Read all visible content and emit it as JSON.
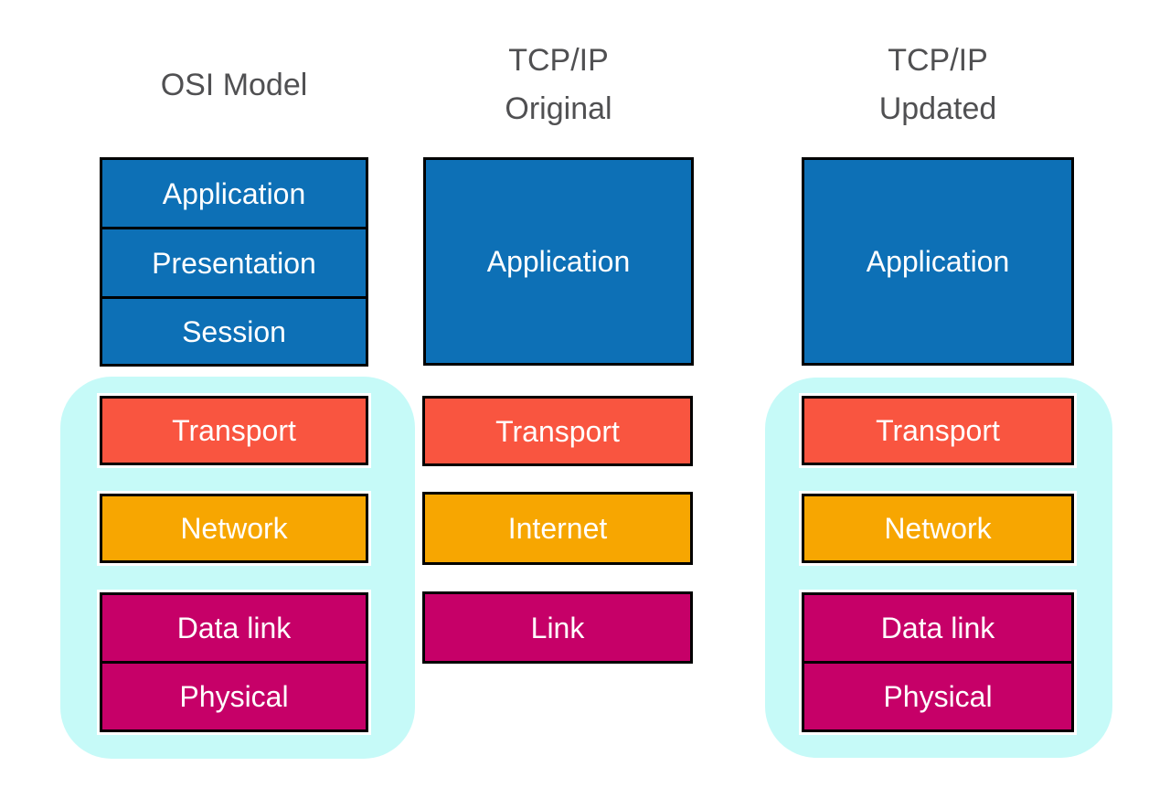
{
  "colors": {
    "application_blue": "#0D70B6",
    "transport_orange": "#F95540",
    "network_amber": "#F7A601",
    "link_magenta": "#C60068",
    "highlight_cyan": "#C6FAF8",
    "title_gray": "#505052",
    "border_black": "#000000",
    "label_white": "#FFFFFF",
    "background_white": "#FFFFFF"
  },
  "columns": {
    "osi": {
      "title": "OSI Model",
      "layers": {
        "application": "Application",
        "presentation": "Presentation",
        "session": "Session",
        "transport": "Transport",
        "network": "Network",
        "data_link": "Data link",
        "physical": "Physical"
      }
    },
    "tcpip_original": {
      "title_line1": "TCP/IP",
      "title_line2": "Original",
      "layers": {
        "application": "Application",
        "transport": "Transport",
        "internet": "Internet",
        "link": "Link"
      }
    },
    "tcpip_updated": {
      "title_line1": "TCP/IP",
      "title_line2": "Updated",
      "layers": {
        "application": "Application",
        "transport": "Transport",
        "network": "Network",
        "data_link": "Data link",
        "physical": "Physical"
      }
    }
  }
}
